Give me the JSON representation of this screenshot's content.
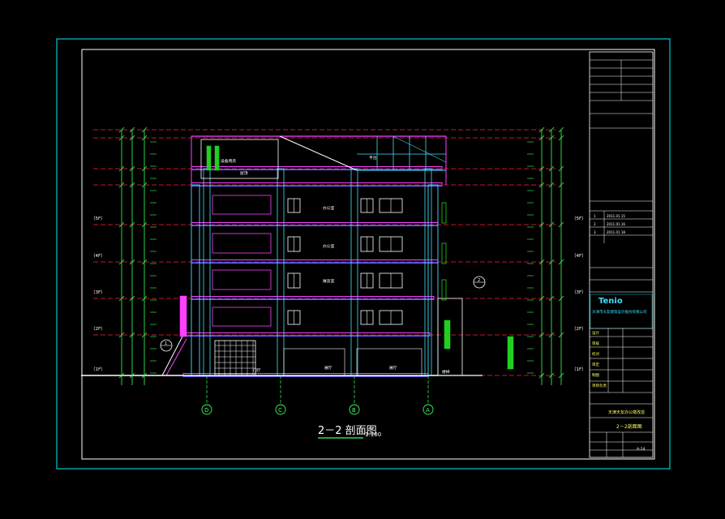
{
  "drawing": {
    "title": "2－2 剖面图",
    "title_scale": "1:100",
    "colors": {
      "background": "#000000",
      "frame": "#00c8d0",
      "inner_frame": "#ffffff",
      "level_line": "#ff2040",
      "slab": "#ff40ff",
      "structure": "#40e0ff",
      "wall": "#ffffff",
      "dim": "#40ff60",
      "axis": "#40ff60",
      "blue": "#4060ff",
      "text_yellow": "#ffff60",
      "stair_green": "#20d020"
    },
    "floor_labels_left": [
      "（1F）",
      "（2F）",
      "（3F）",
      "（4F）",
      "（5F）"
    ],
    "floor_labels_right": [
      "（1F）",
      "（2F）",
      "（3F）",
      "（4F）",
      "（5F）"
    ],
    "room_labels": [
      "设备用房",
      "办公室",
      "办公室",
      "展览室",
      "门厅",
      "展厅",
      "展厅",
      "楼梯",
      "屋顶",
      "平台"
    ],
    "axis_labels": [
      "D",
      "C",
      "B",
      "A"
    ],
    "detail_tags": [
      "1",
      "2"
    ]
  },
  "title_block": {
    "company_cn": "天津市天友建筑设计股份有限公司",
    "logo_text": "Tenio",
    "project_name": "天津天友办公楼改造",
    "drawing_name": "2－2剖面图",
    "revision_rows": [
      {
        "no": "1",
        "date": "2011.01.15"
      },
      {
        "no": "2",
        "date": "2011.01.16"
      },
      {
        "no": "3",
        "date": "2011.01.18"
      }
    ],
    "sign_labels": [
      "设计",
      "审核",
      "校对",
      "审定",
      "制图",
      "项目负责"
    ],
    "sheet_no": "A-14"
  }
}
